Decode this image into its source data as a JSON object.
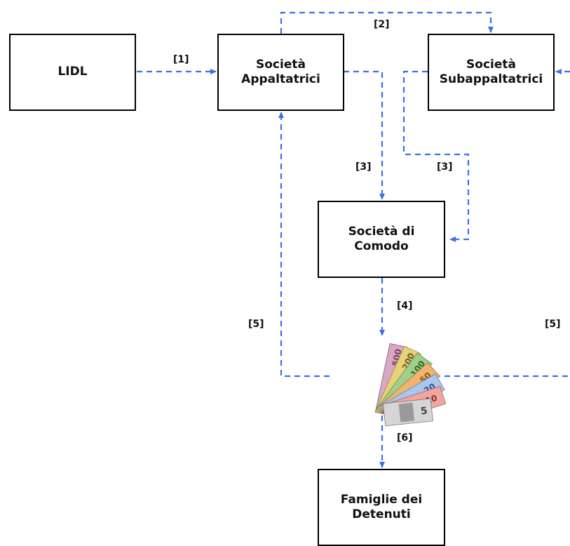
{
  "nodes": {
    "lidl": "LIDL",
    "appaltatrici": "Società\nAppaltatrici",
    "subappaltatrici": "Società\nSubappaltatrici",
    "comodo": "Società di\nComodo",
    "famiglie": "Famiglie dei\nDetenuti"
  },
  "edge_labels": {
    "e1": "[1]",
    "e2": "[2]",
    "e3a": "[3]",
    "e3b": "[3]",
    "e4": "[4]",
    "e5a": "[5]",
    "e5b": "[5]",
    "e6": "[6]"
  },
  "colors": {
    "arrow": "#3b6fe8",
    "border": "#000000"
  },
  "icons": {
    "money": "euro-banknotes-fan"
  }
}
